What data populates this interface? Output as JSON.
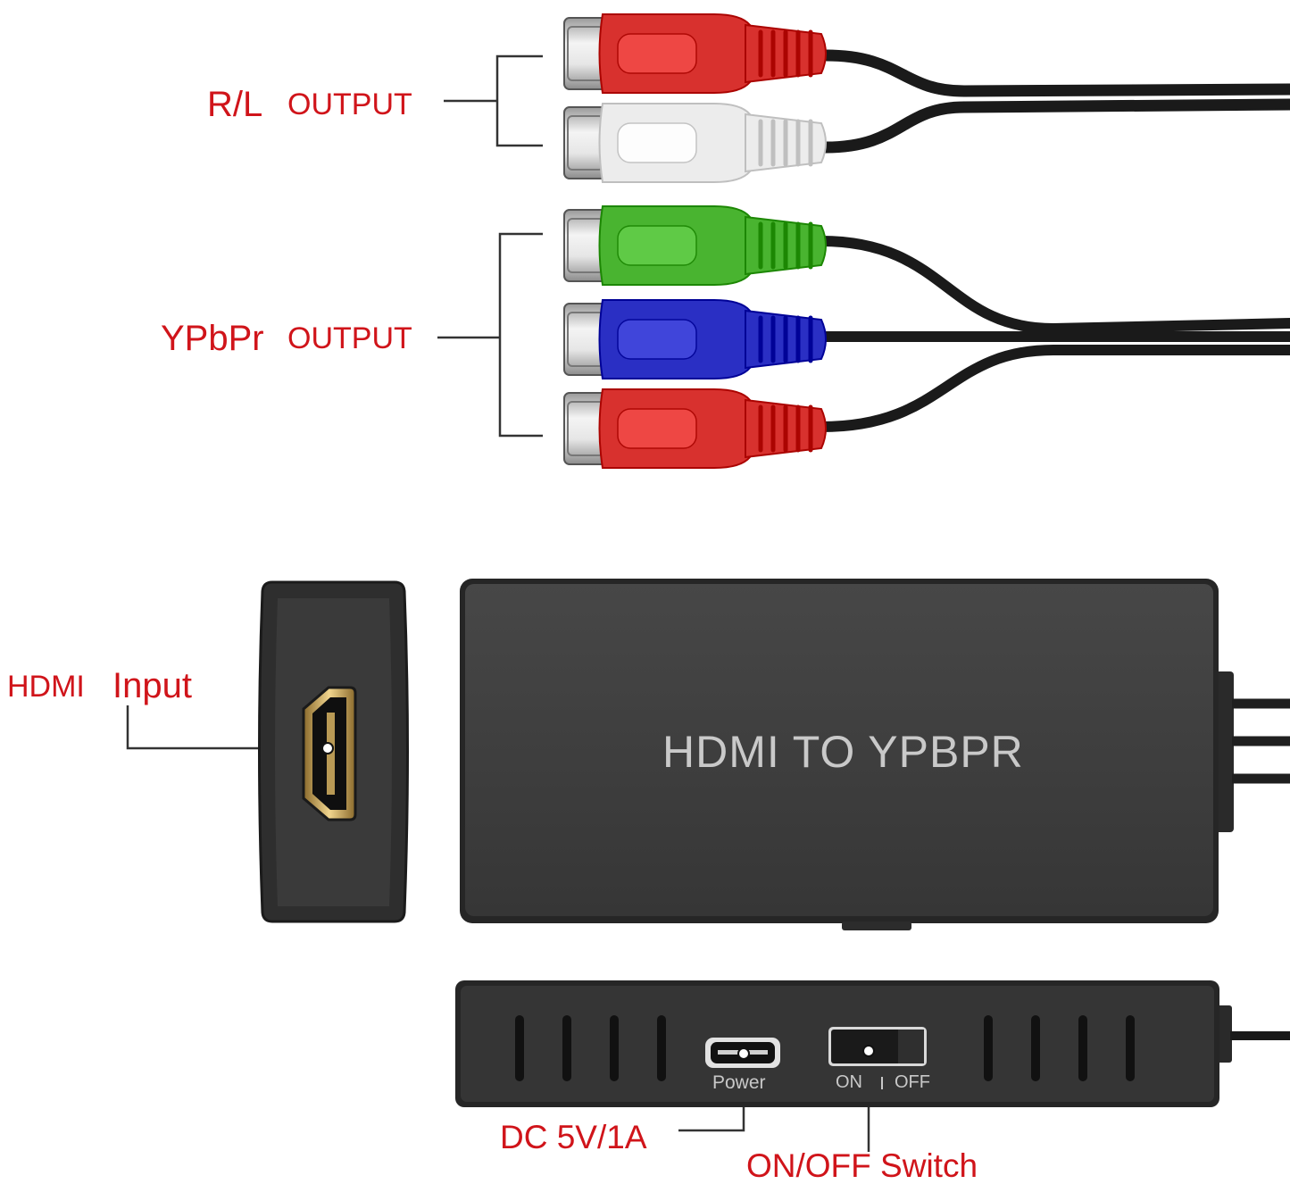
{
  "labels": {
    "rl_output_prefix": "R/L",
    "rl_output_suffix": "OUTPUT",
    "ypbpr_output_prefix": "YPbPr",
    "ypbpr_output_suffix": "OUTPUT",
    "hdmi_input_prefix": "HDMI",
    "hdmi_input_suffix": "Input",
    "dc_power": "DC 5V/1A",
    "onoff_switch": "ON/OFF Switch"
  },
  "device": {
    "title": "HDMI TO YPBPR",
    "power_port_label": "Power",
    "switch_on": "ON",
    "switch_divider": "I",
    "switch_off": "OFF"
  },
  "connectors": [
    {
      "name": "audio-right",
      "color": "#d8312e"
    },
    {
      "name": "audio-left",
      "color": "#ececec"
    },
    {
      "name": "video-y",
      "color": "#49b430"
    },
    {
      "name": "video-pb",
      "color": "#2a2fc4"
    },
    {
      "name": "video-pr",
      "color": "#d8312e"
    }
  ],
  "colors": {
    "label_red": "#d0141a",
    "device_body": "#3c3c3c",
    "cable": "#1a1a1a"
  }
}
